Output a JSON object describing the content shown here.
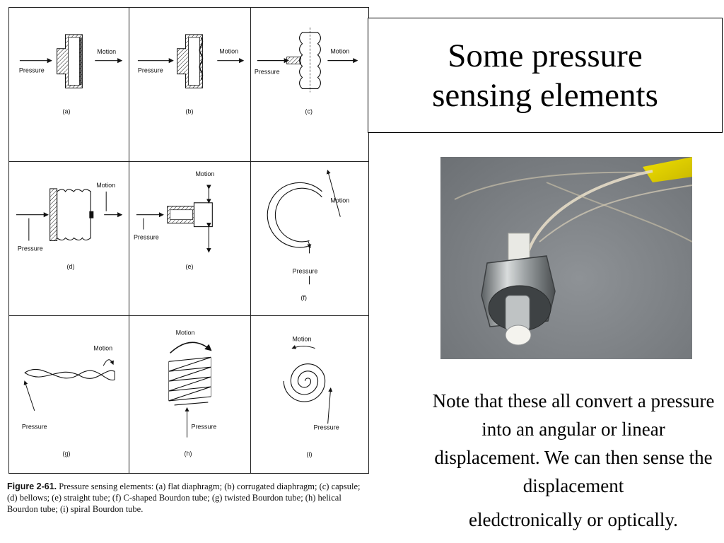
{
  "slide": {
    "title_line1": "Some pressure",
    "title_line2": "sensing elements",
    "note_body": "Note that these all convert a pressure into an angular or linear displacement. We can then sense the displacement",
    "note_last": "eledctronically or optically."
  },
  "figure": {
    "caption_number": "Figure 2-61.",
    "caption_text": "Pressure sensing elements: (a) flat diaphragm; (b) corrugated diaphragm; (c) capsule; (d) bellows; (e) straight tube; (f) C-shaped Bourdon tube; (g) twisted Bourdon tube; (h) helical Bourdon tube; (i) spiral Bourdon tube.",
    "pressure_label": "Pressure",
    "motion_label": "Motion",
    "panels": [
      "(a)",
      "(b)",
      "(c)",
      "(d)",
      "(e)",
      "(f)",
      "(g)",
      "(h)",
      "(i)"
    ]
  },
  "photo": {
    "subject": "pressure sensor fitting with hex nut, fiber cable and yellow connector"
  }
}
